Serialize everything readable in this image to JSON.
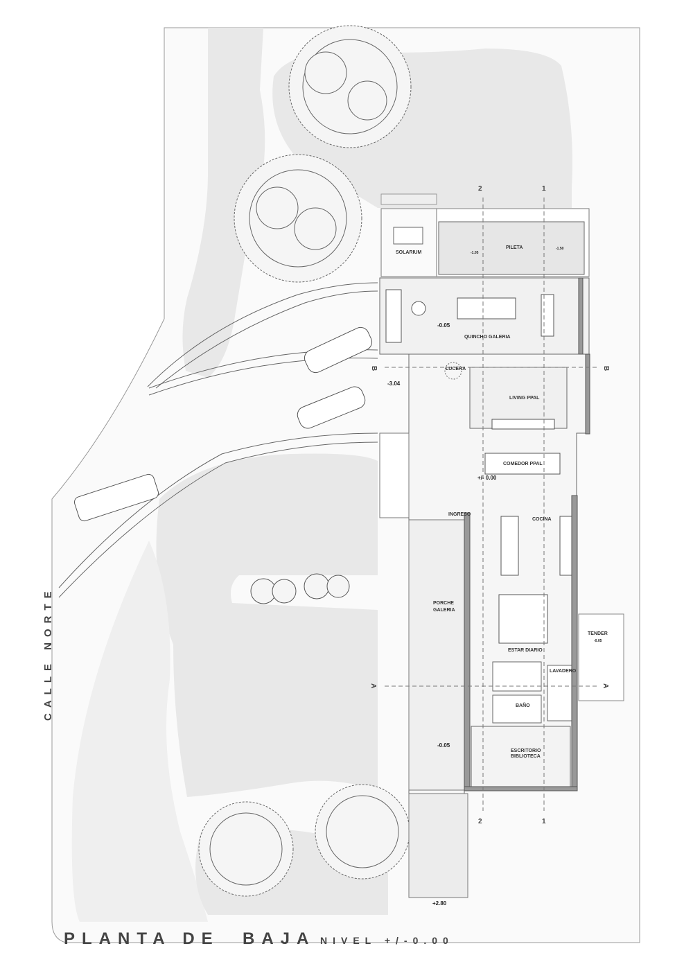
{
  "title": {
    "main": "PLANTA DE  BAJA",
    "sub": "NIVEL +/-0.00"
  },
  "street": "CALLE NORTE",
  "rooms": {
    "solarium": "SOLARIUM",
    "pileta": "PILETA",
    "quincho": "QUINCHO GALERIA",
    "lucera": "LUCERA",
    "living": "LIVING PPAL",
    "comedor": "COMEDOR PPAL",
    "ingreso": "INGRESO",
    "cocina": "COCINA",
    "porche_line1": "PORCHE",
    "porche_line2": "GALERIA",
    "tender": "TENDER",
    "estar": "ESTAR DIARIO",
    "lavadero": "LAVADERO",
    "bano": "BAÑO",
    "escritorio_line1": "ESCRITORIO",
    "escritorio_line2": "BIBLIOTECA"
  },
  "levels": {
    "quincho": "-0.05",
    "driveway": "-3.04",
    "main": "+/- 0.00",
    "porch": "-0.05",
    "entry": "+2.80",
    "pool_left": "-1.05",
    "pool_right": "-1.50",
    "tender": "-0.05"
  },
  "section_marks": {
    "cut_1": "1",
    "cut_2": "2",
    "cut_a": "A",
    "cut_b": "B"
  },
  "colors": {
    "ground": "#e9e9e9",
    "paving": "#f4f4f4",
    "lines": "#555555",
    "walls": "#7a7a7a",
    "text": "#444444"
  }
}
